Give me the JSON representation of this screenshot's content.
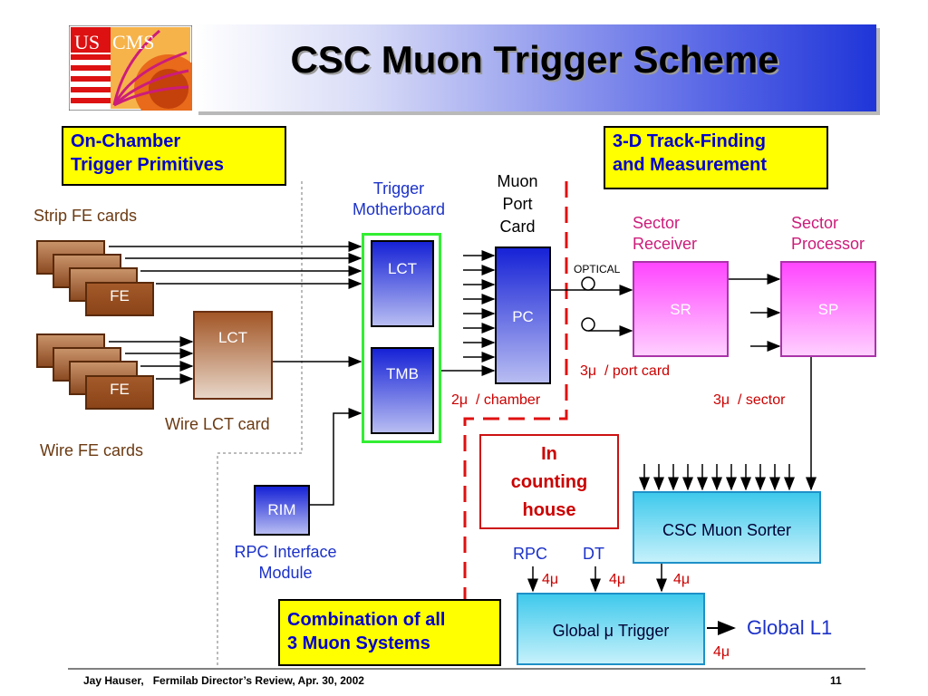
{
  "title": "CSC Muon Trigger Scheme",
  "logo": {
    "text_us": "US",
    "text_cms": "CMS"
  },
  "boxes": {
    "on_chamber": [
      "On-Chamber",
      "Trigger Primitives"
    ],
    "track_finding": [
      "3-D Track-Finding",
      "and Measurement"
    ],
    "combination": [
      "Combination of all",
      "3 Muon Systems"
    ],
    "counting_house": [
      "In",
      "counting",
      "house"
    ]
  },
  "labels": {
    "strip_fe_cards": "Strip FE cards",
    "wire_lct_card": "Wire LCT card",
    "wire_fe_cards": "Wire FE cards",
    "trigger_motherboard": [
      "Trigger",
      "Motherboard"
    ],
    "muon_port_card": [
      "Muon",
      "Port",
      "Card"
    ],
    "sector_receiver": [
      "Sector",
      "Receiver"
    ],
    "sector_processor": [
      "Sector",
      "Processor"
    ],
    "optical": "OPTICAL",
    "rpc_interface_module": [
      "RPC Interface",
      "Module"
    ],
    "rpc": "RPC",
    "dt": "DT",
    "global_l1": "Global L1"
  },
  "counts": {
    "per_port_card": "3μ  / port card",
    "per_chamber": "2μ  / chamber",
    "per_sector": "3μ  / sector",
    "rpc_mu": "4μ",
    "dt_mu": "4μ",
    "csc_mu": "4μ",
    "global_out_mu": "4μ"
  },
  "blocks": {
    "fe": "FE",
    "lct_wire": "LCT",
    "lct_tmb": "LCT",
    "tmb": "TMB",
    "pc": "PC",
    "sr": "SR",
    "sp": "SP",
    "rim": "RIM",
    "csc_sorter": "CSC Muon Sorter",
    "global_trigger": "Global μ Trigger"
  },
  "footer": {
    "author": "Jay Hauser,   Fermilab Director’s Review, Apr. 30, 2002",
    "page": "11"
  },
  "colors": {
    "yellow_box": "#ffff00",
    "blue_text": "#1c32c8",
    "red_text": "#cc0000",
    "brown_text": "#6b3a12",
    "tmb_frame": "#33ee33",
    "pink_block": "#ff46ff",
    "cyan_block": "#3fc9ec"
  }
}
